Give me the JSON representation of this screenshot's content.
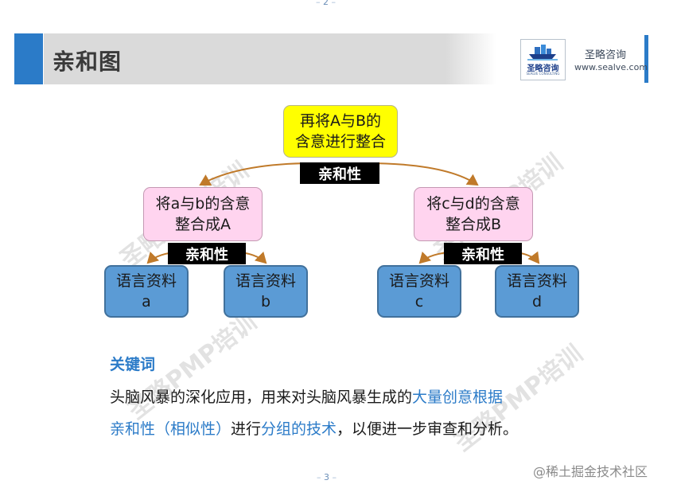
{
  "page_numbers": {
    "top": "2",
    "bottom": "3",
    "dash": "–"
  },
  "header": {
    "title": "亲和图",
    "logo_text": "圣略咨询",
    "logo_subtitle": "SEALVE CONSULTING",
    "brand_name": "圣略咨询",
    "brand_url": "www.sealve.com"
  },
  "diagram": {
    "top": {
      "line1": "再将A与B的",
      "line2": "含意进行整合"
    },
    "top_tag": "亲和性",
    "mid_left": {
      "line1": "将a与b的含意",
      "line2": "整合成A"
    },
    "mid_right": {
      "line1": "将c与d的含意",
      "line2": "整合成B"
    },
    "left_tag": "亲和性",
    "right_tag": "亲和性",
    "leaves": [
      {
        "line1": "语言资料",
        "line2": "a"
      },
      {
        "line1": "语言资料",
        "line2": "b"
      },
      {
        "line1": "语言资料",
        "line2": "c"
      },
      {
        "line1": "语言资料",
        "line2": "d"
      }
    ]
  },
  "watermark": "圣略PMP培训",
  "keywords": {
    "title": "关键词",
    "line1_plain": "头脑风暴的深化应用，用来对头脑风暴生成的",
    "line1_blue": "大量创意根据",
    "line2_blue1": "亲和性（相似性）",
    "line2_plain1": "进行",
    "line2_blue2": "分组的技术",
    "line2_plain2": "，以便进一步审查和分析。"
  },
  "footer_watermark": "@稀土掘金技术社区",
  "colors": {
    "accent_blue": "#2b7bc8",
    "top_box": "#ffff00",
    "mid_box": "#ffd4ef",
    "leaf_box": "#5b9bd5",
    "connector": "#c07a2a"
  }
}
